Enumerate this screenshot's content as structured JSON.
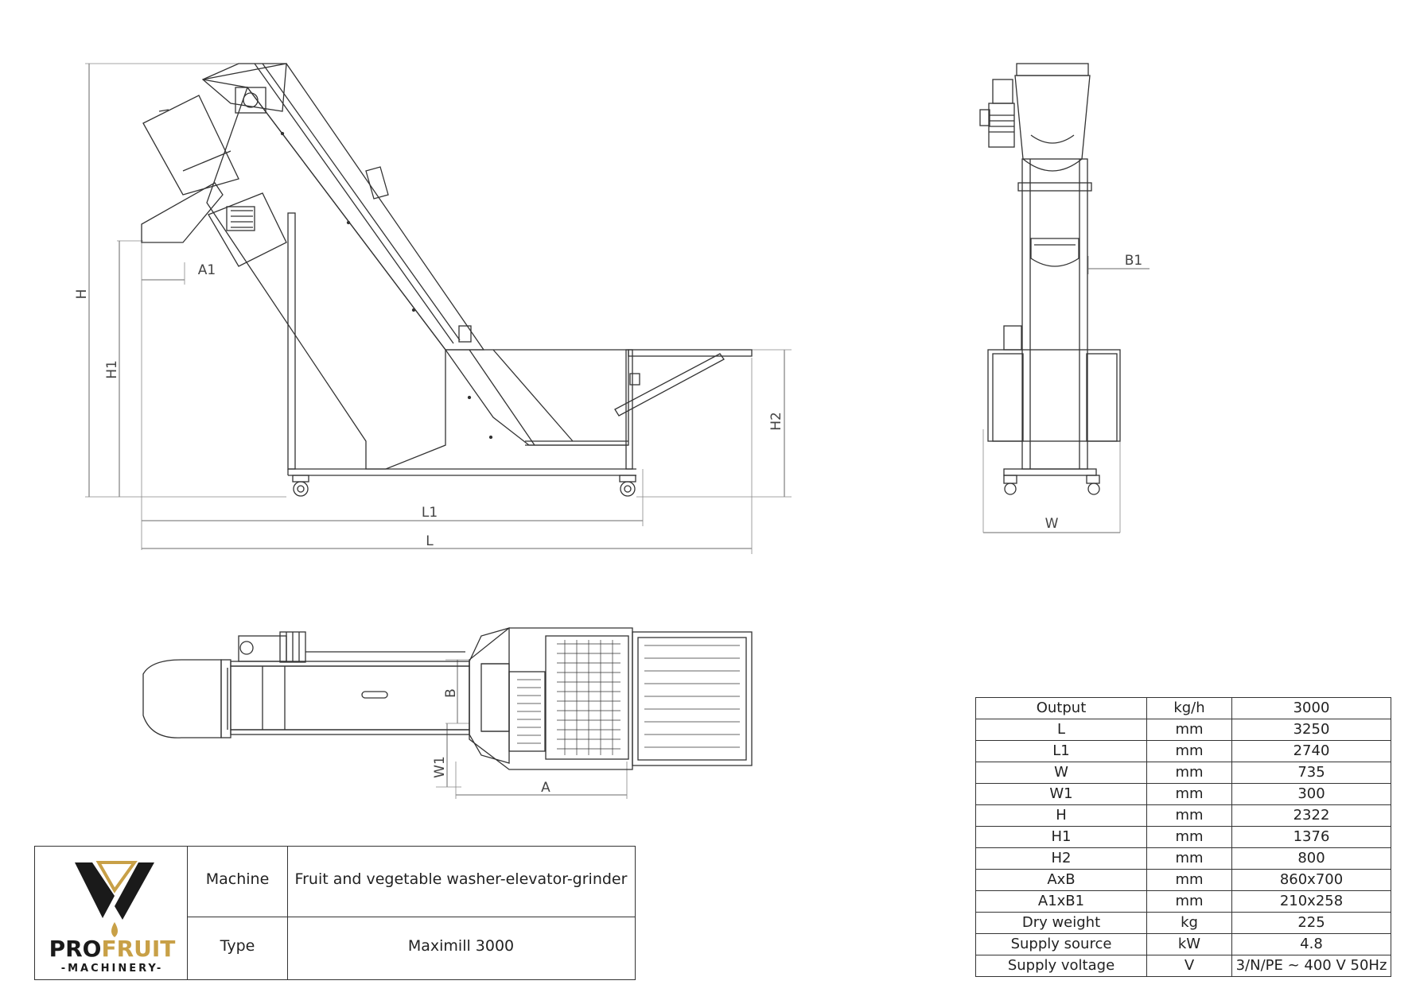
{
  "dimension_labels": {
    "H": "H",
    "H1": "H1",
    "H2": "H2",
    "A1": "A1",
    "L1": "L1",
    "L": "L",
    "B1": "B1",
    "W": "W",
    "B": "B",
    "W1": "W1",
    "A": "A"
  },
  "spec_table": {
    "rows": [
      [
        "Output",
        "kg/h",
        "3000"
      ],
      [
        "L",
        "mm",
        "3250"
      ],
      [
        "L1",
        "mm",
        "2740"
      ],
      [
        "W",
        "mm",
        "735"
      ],
      [
        "W1",
        "mm",
        "300"
      ],
      [
        "H",
        "mm",
        "2322"
      ],
      [
        "H1",
        "mm",
        "1376"
      ],
      [
        "H2",
        "mm",
        "800"
      ],
      [
        "AxB",
        "mm",
        "860x700"
      ],
      [
        "A1xB1",
        "mm",
        "210x258"
      ],
      [
        "Dry weight",
        "kg",
        "225"
      ],
      [
        "Supply source",
        "kW",
        "4.8"
      ],
      [
        "Supply voltage",
        "V",
        "3/N/PE ~ 400 V 50Hz"
      ]
    ]
  },
  "title_block": {
    "machine_label": "Machine",
    "machine_value": "Fruit and vegetable washer-elevator-grinder",
    "type_label": "Type",
    "type_value": "Maximill 3000"
  },
  "logo": {
    "brand_pro": "PRO",
    "brand_fruit": "FRUIT",
    "brand_machinery": "-MACHINERY-",
    "colors": {
      "dark": "#1a1a1a",
      "gold": "#c8a047"
    }
  }
}
